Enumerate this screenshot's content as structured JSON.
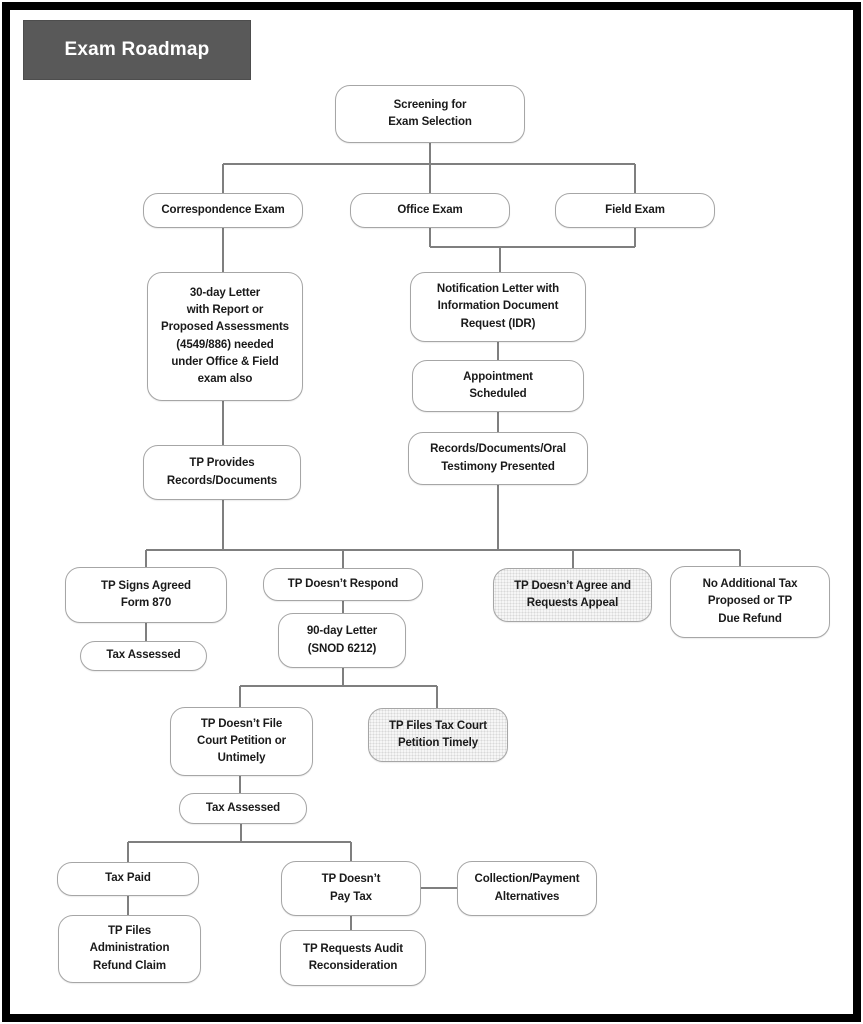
{
  "title": {
    "label": "Exam Roadmap"
  },
  "colors": {
    "title_bg": "#595959",
    "title_text": "#ffffff",
    "box_fill": "#ffffff",
    "shaded_box_fill": "#f6f6f6",
    "box_border": "#a6a6a6",
    "connector_line": "#7f7f7f",
    "frame": "#000000",
    "text": "#1a1a1a"
  },
  "nodes": {
    "screening": {
      "label": "Screening for\nExam Selection"
    },
    "correspondence_exam": {
      "label": "Correspondence Exam"
    },
    "office_exam": {
      "label": "Office Exam"
    },
    "field_exam": {
      "label": "Field Exam"
    },
    "letter_30_day": {
      "label": "30-day Letter\nwith Report or\nProposed Assessments\n(4549/886) needed\nunder Office & Field\nexam also"
    },
    "notification_idr": {
      "label": "Notification Letter with\nInformation Document\nRequest (IDR)"
    },
    "appointment_scheduled": {
      "label": "Appointment\nScheduled"
    },
    "records_presented": {
      "label": "Records/Documents/Oral\nTestimony Presented"
    },
    "tp_provides_records": {
      "label": "TP Provides\nRecords/Documents"
    },
    "tp_signs_form_870": {
      "label": "TP Signs Agreed\nForm 870"
    },
    "tax_assessed_1": {
      "label": "Tax Assessed"
    },
    "tp_doesnt_respond": {
      "label": "TP Doesn’t Respond"
    },
    "letter_90_day": {
      "label": "90-day Letter\n(SNOD 6212)"
    },
    "tp_doesnt_agree": {
      "label": "TP Doesn’t Agree and\nRequests Appeal"
    },
    "no_additional_tax": {
      "label": "No Additional Tax\nProposed or TP\nDue Refund"
    },
    "tp_doesnt_file_petition": {
      "label": "TP Doesn’t File\nCourt Petition or\nUntimely"
    },
    "tp_files_tax_court": {
      "label": "TP Files Tax Court\nPetition Timely"
    },
    "tax_assessed_2": {
      "label": "Tax Assessed"
    },
    "tax_paid": {
      "label": "Tax Paid"
    },
    "tp_doesnt_pay_tax": {
      "label": "TP Doesn’t\nPay Tax"
    },
    "collection_alternatives": {
      "label": "Collection/Payment\nAlternatives"
    },
    "tp_files_refund_claim": {
      "label": "TP Files\nAdministration\nRefund Claim"
    },
    "tp_requests_audit_recon": {
      "label": "TP Requests Audit\nReconsideration"
    }
  }
}
